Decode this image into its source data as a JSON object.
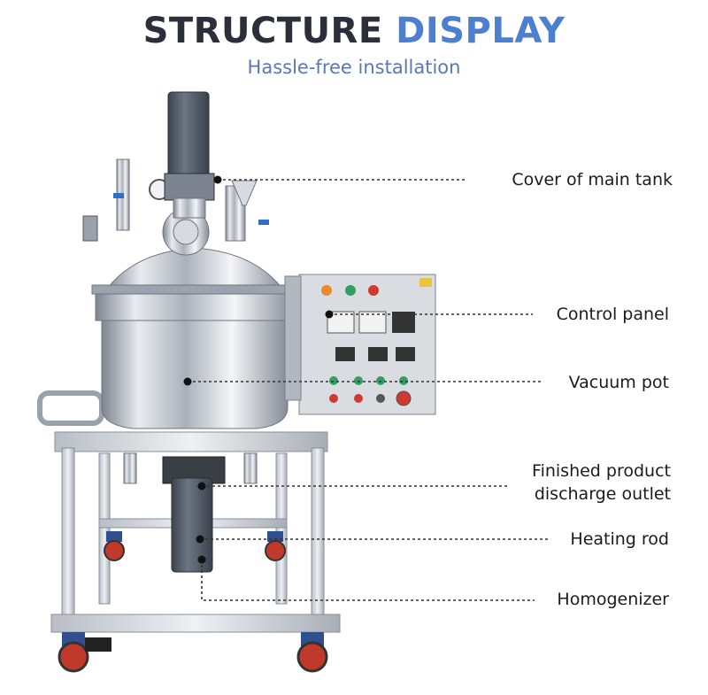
{
  "header": {
    "title_dark": "STRUCTURE",
    "title_blue": "DISPLAY",
    "subtitle": "Hassle-free installation"
  },
  "labels": {
    "cover": "Cover of main tank",
    "control": "Control panel",
    "pot": "Vacuum pot",
    "outlet_line1": "Finished product",
    "outlet_line2": "discharge outlet",
    "heating": "Heating rod",
    "homogenizer": "Homogenizer"
  },
  "colors": {
    "title_dark": "#2b2f3a",
    "title_blue": "#4d7fd0",
    "subtitle": "#5b77b5",
    "steel": "#c9ced6",
    "motor": "#4f5a66",
    "wheel_red": "#c0392b",
    "wheel_blue": "#2f4f8f"
  }
}
